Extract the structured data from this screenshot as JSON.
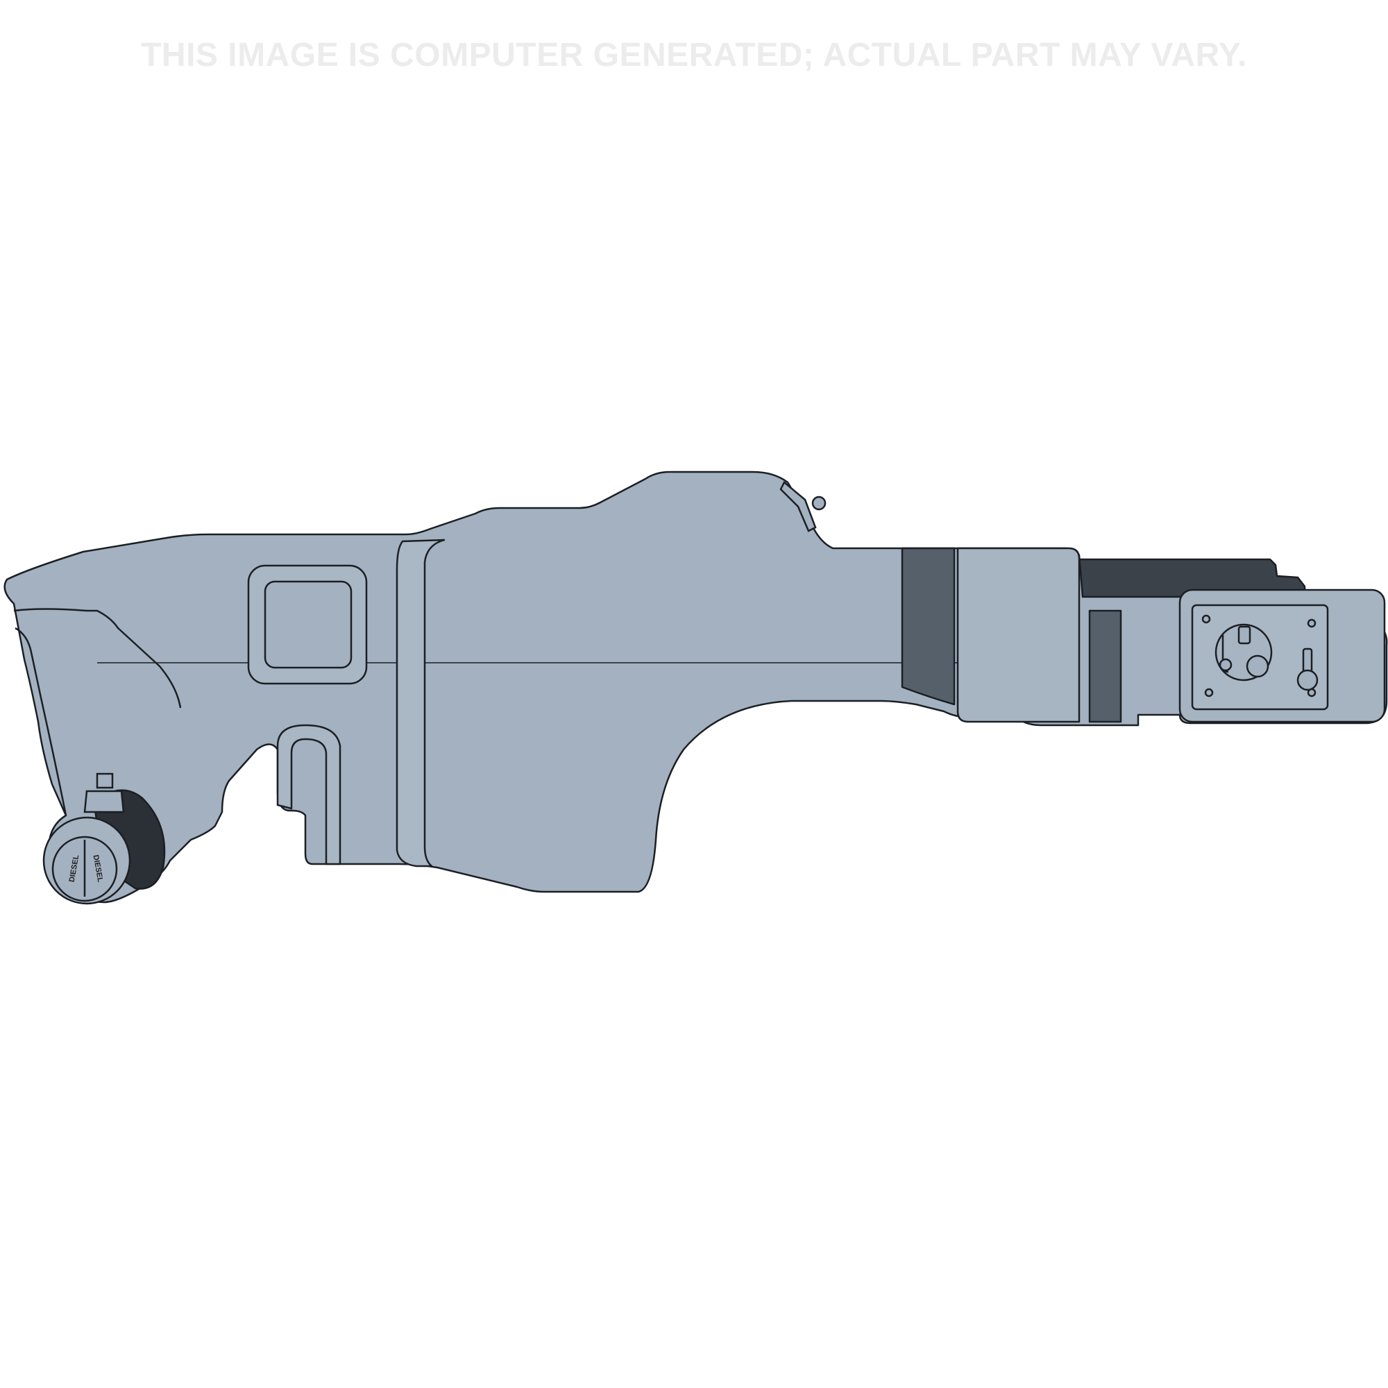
{
  "disclaimer": "THIS IMAGE IS COMPUTER GENERATED; ACTUAL PART MAY VARY.",
  "cap_label_1": "DIESEL",
  "cap_label_2": "DIESEL",
  "colors": {
    "background": "#ffffff",
    "tank_fill": "#a3b1c0",
    "tank_shadow": "#55606b",
    "outline": "#1b1f24",
    "disclaimer_text": "#ececec"
  }
}
